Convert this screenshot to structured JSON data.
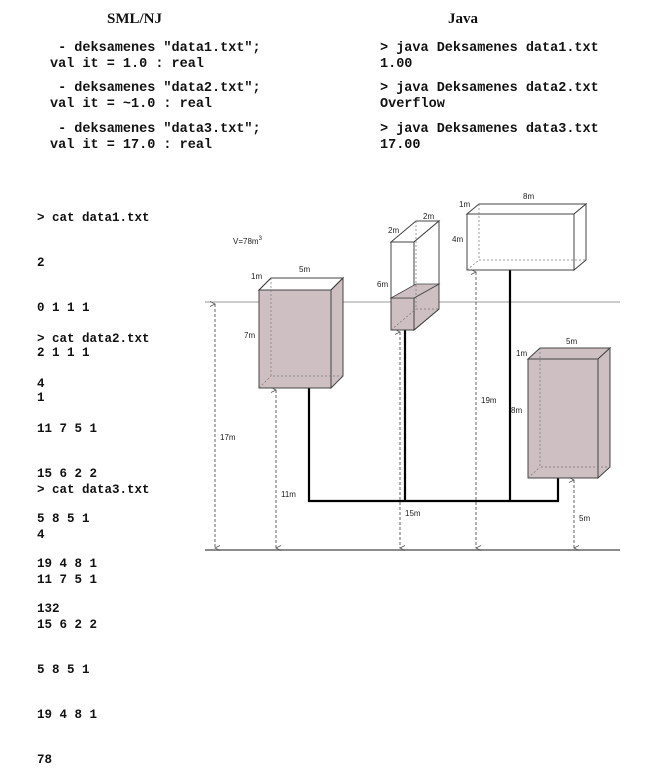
{
  "headers": {
    "sml": "SML/NJ",
    "java": "Java"
  },
  "sml_examples": [
    {
      "cmd": " - deksamenes \"data1.txt\";",
      "out": "val it = 1.0 : real"
    },
    {
      "cmd": " - deksamenes \"data2.txt\";",
      "out": "val it = ~1.0 : real"
    },
    {
      "cmd": " - deksamenes \"data3.txt\";",
      "out": "val it = 17.0 : real"
    }
  ],
  "java_examples": [
    {
      "cmd": "> java Deksamenes data1.txt",
      "out": "1.00"
    },
    {
      "cmd": "> java Deksamenes data2.txt",
      "out": "Overflow"
    },
    {
      "cmd": "> java Deksamenes data3.txt",
      "out": "17.00"
    }
  ],
  "files": [
    {
      "cmd": "> cat data1.txt",
      "lines": [
        "2",
        "0 1 1 1",
        "2 1 1 1",
        "1"
      ]
    },
    {
      "cmd": "> cat data2.txt",
      "lines": [
        "4",
        "11 7 5 1",
        "15 6 2 2",
        "5 8 5 1",
        "19 4 8 1",
        "132"
      ]
    },
    {
      "cmd": "> cat data3.txt",
      "lines": [
        "4",
        "11 7 5 1",
        "15 6 2 2",
        "5 8 5 1",
        "19 4 8 1",
        "78"
      ]
    }
  ],
  "diagram": {
    "volume": "V=78m",
    "volume_exp": "3",
    "labels": {
      "t1_depth": "1m",
      "t1_width": "5m",
      "t1_height": "7m",
      "t2_depth": "2m",
      "t2_width": "2m",
      "t2_height": "6m",
      "t3_depth": "1m",
      "t3_width": "8m",
      "t3_height": "4m",
      "t4_depth": "1m",
      "t4_width": "5m",
      "t4_height": "8m",
      "h17": "17m",
      "h11": "11m",
      "h15": "15m",
      "h19": "19m",
      "h5": "5m"
    },
    "colors": {
      "water": "#cdbfc2",
      "box": "#ffffff",
      "stroke": "#444444",
      "pipe": "#000000"
    }
  }
}
